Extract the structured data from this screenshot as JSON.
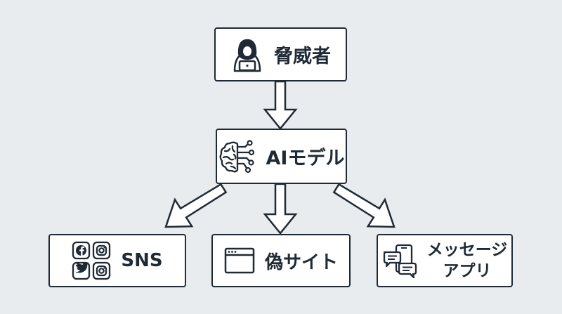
{
  "diagram": {
    "nodes": {
      "threat_actor": {
        "label": "脅威者",
        "icon": "hacker-icon"
      },
      "ai_model": {
        "label": "AIモデル",
        "icon": "ai-brain-icon"
      },
      "sns": {
        "label": "SNS",
        "icon": "social-media-icon"
      },
      "fake_site": {
        "label": "偽サイト",
        "icon": "browser-window-icon"
      },
      "messaging_app": {
        "label_line1": "メッセージ",
        "label_line2": "アプリ",
        "icon": "chat-bubbles-icon"
      }
    },
    "edges": [
      {
        "from": "threat_actor",
        "to": "ai_model"
      },
      {
        "from": "ai_model",
        "to": "sns"
      },
      {
        "from": "ai_model",
        "to": "fake_site"
      },
      {
        "from": "ai_model",
        "to": "messaging_app"
      }
    ],
    "colors": {
      "background": "#e9ecee",
      "stroke": "#1f2a36",
      "box": "#ffffff"
    }
  }
}
